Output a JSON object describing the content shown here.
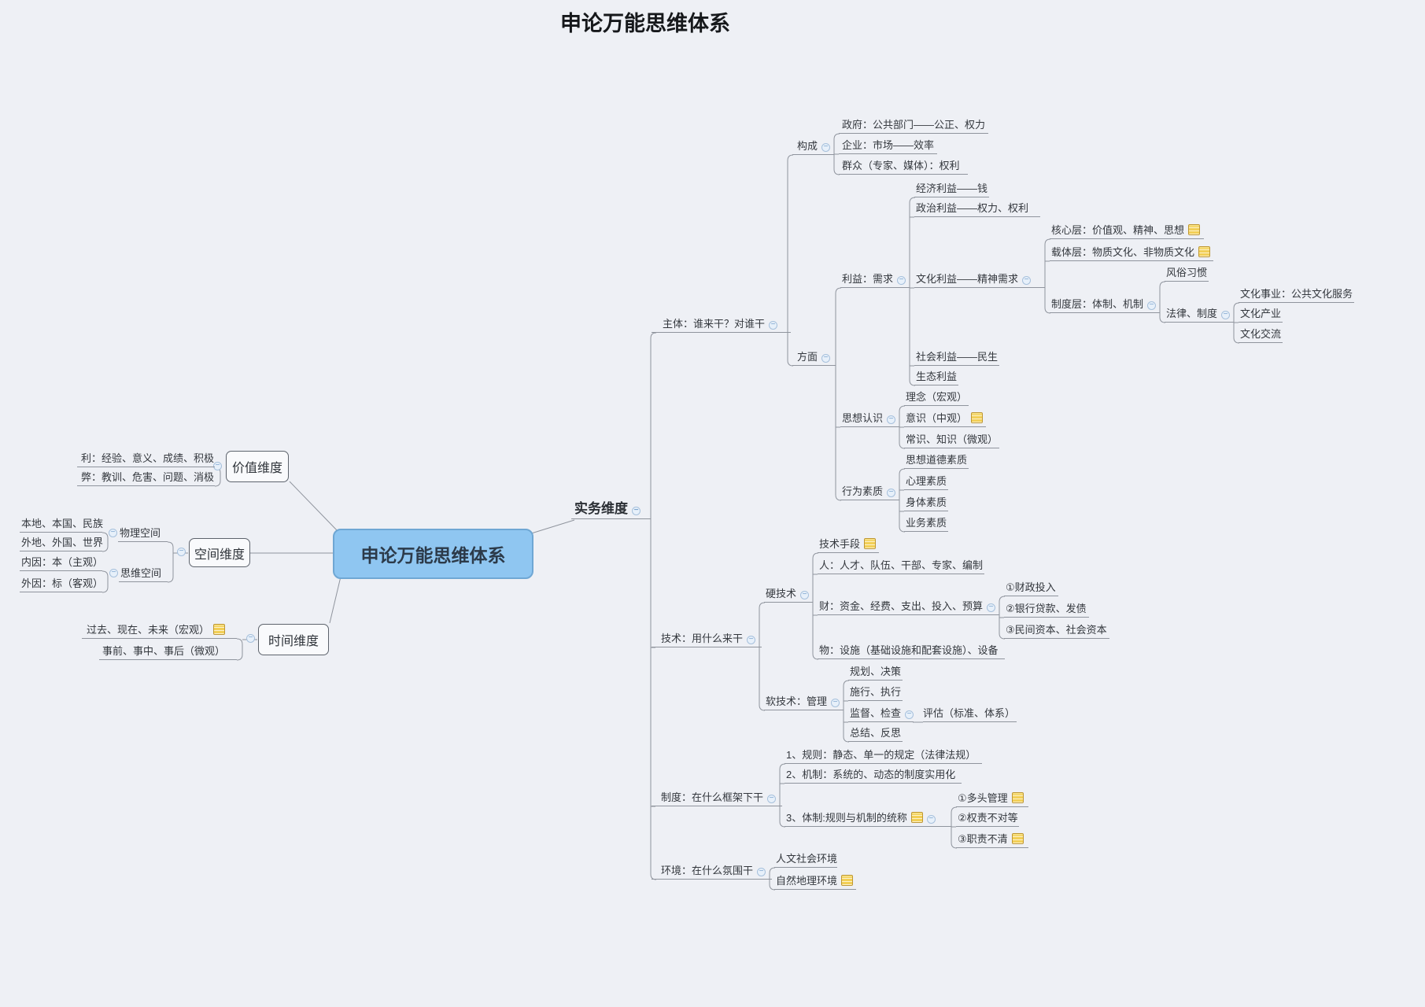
{
  "title": "申论万能思维体系",
  "colors": {
    "canvas_bg": "#eef0f5",
    "center_fill": "#8fc6f1",
    "center_border": "#6fa7d4",
    "connector_line": "#8f949d",
    "note_icon_fill": "#f2cf56",
    "expander_fill": "#e7f0fa"
  },
  "icons": {
    "collapse": "minus-circle-collapse-icon",
    "note": "yellow-sticky-note-icon"
  },
  "topics": {
    "c": {
      "text": "申论万能思维体系"
    },
    "vd": {
      "text": "价值维度"
    },
    "v1": {
      "text": "利：经验、意义、成绩、积极"
    },
    "v2": {
      "text": "弊：教训、危害、问题、消极"
    },
    "sd": {
      "text": "空间维度"
    },
    "ph": {
      "text": "物理空间"
    },
    "ph1": {
      "text": "本地、本国、民族"
    },
    "ph2": {
      "text": "外地、外国、世界"
    },
    "tw": {
      "text": "思维空间"
    },
    "tw1": {
      "text": "内因：本（主观）"
    },
    "tw2": {
      "text": "外因：标（客观）"
    },
    "td": {
      "text": "时间维度"
    },
    "td1": {
      "text": "过去、现在、未来（宏观）"
    },
    "td2": {
      "text": "事前、事中、事后（微观）"
    },
    "pr": {
      "text": "实务维度"
    },
    "sub": {
      "text": "主体：谁来干？对谁干"
    },
    "comp": {
      "text": "构成"
    },
    "g1": {
      "text": "政府：公共部门——公正、权力"
    },
    "g2": {
      "text": "企业：市场——效率"
    },
    "g3": {
      "text": "群众（专家、媒体）：权利"
    },
    "asp": {
      "text": "方面"
    },
    "int": {
      "text": "利益：需求"
    },
    "e1": {
      "text": "经济利益——钱"
    },
    "e2": {
      "text": "政治利益——权力、权利"
    },
    "e3": {
      "text": "文化利益——精神需求"
    },
    "e3a": {
      "text": "核心层：价值观、精神、思想"
    },
    "e3b": {
      "text": "载体层：物质文化、非物质文化"
    },
    "e3c": {
      "text": "制度层：体制、机制"
    },
    "fs": {
      "text": "风俗习惯"
    },
    "fl": {
      "text": "法律、制度"
    },
    "fl1": {
      "text": "文化事业：公共文化服务"
    },
    "fl2": {
      "text": "文化产业"
    },
    "fl3": {
      "text": "文化交流"
    },
    "e4": {
      "text": "社会利益——民生"
    },
    "e5": {
      "text": "生态利益"
    },
    "ti": {
      "text": "思想认识"
    },
    "ti1": {
      "text": "理念（宏观）"
    },
    "ti2": {
      "text": "意识（中观）"
    },
    "ti3": {
      "text": "常识、知识（微观）"
    },
    "bq": {
      "text": "行为素质"
    },
    "bq1": {
      "text": "思想道德素质"
    },
    "bq2": {
      "text": "心理素质"
    },
    "bq3": {
      "text": "身体素质"
    },
    "bq4": {
      "text": "业务素质"
    },
    "tech": {
      "text": "技术：用什么来干"
    },
    "hard": {
      "text": "硬技术"
    },
    "h1": {
      "text": "技术手段"
    },
    "h2": {
      "text": "人：人才、队伍、干部、专家、编制"
    },
    "h3": {
      "text": "财：资金、经费、支出、投入、预算"
    },
    "f1": {
      "text": "①财政投入"
    },
    "f2": {
      "text": "②银行贷款、发债"
    },
    "f3": {
      "text": "③民间资本、社会资本"
    },
    "h4": {
      "text": "物：设施（基础设施和配套设施）、设备"
    },
    "soft": {
      "text": "软技术：管理"
    },
    "s1": {
      "text": "规划、决策"
    },
    "s2": {
      "text": "施行、执行"
    },
    "s3": {
      "text": "监督、检查"
    },
    "eva": {
      "text": "评估（标准、体系）"
    },
    "s4": {
      "text": "总结、反思"
    },
    "inst": {
      "text": "制度：在什么框架下干"
    },
    "i1": {
      "text": "1、规则：静态、单一的规定（法律法规）"
    },
    "i2": {
      "text": "2、机制：系统的、动态的制度实用化"
    },
    "i3": {
      "text": "3、体制:规则与机制的统称"
    },
    "i3a": {
      "text": "①多头管理"
    },
    "i3b": {
      "text": "②权责不对等"
    },
    "i3c": {
      "text": "③职责不清"
    },
    "env": {
      "text": "环境：在什么氛围干"
    },
    "env1": {
      "text": "人文社会环境"
    },
    "env2": {
      "text": "自然地理环境"
    }
  }
}
